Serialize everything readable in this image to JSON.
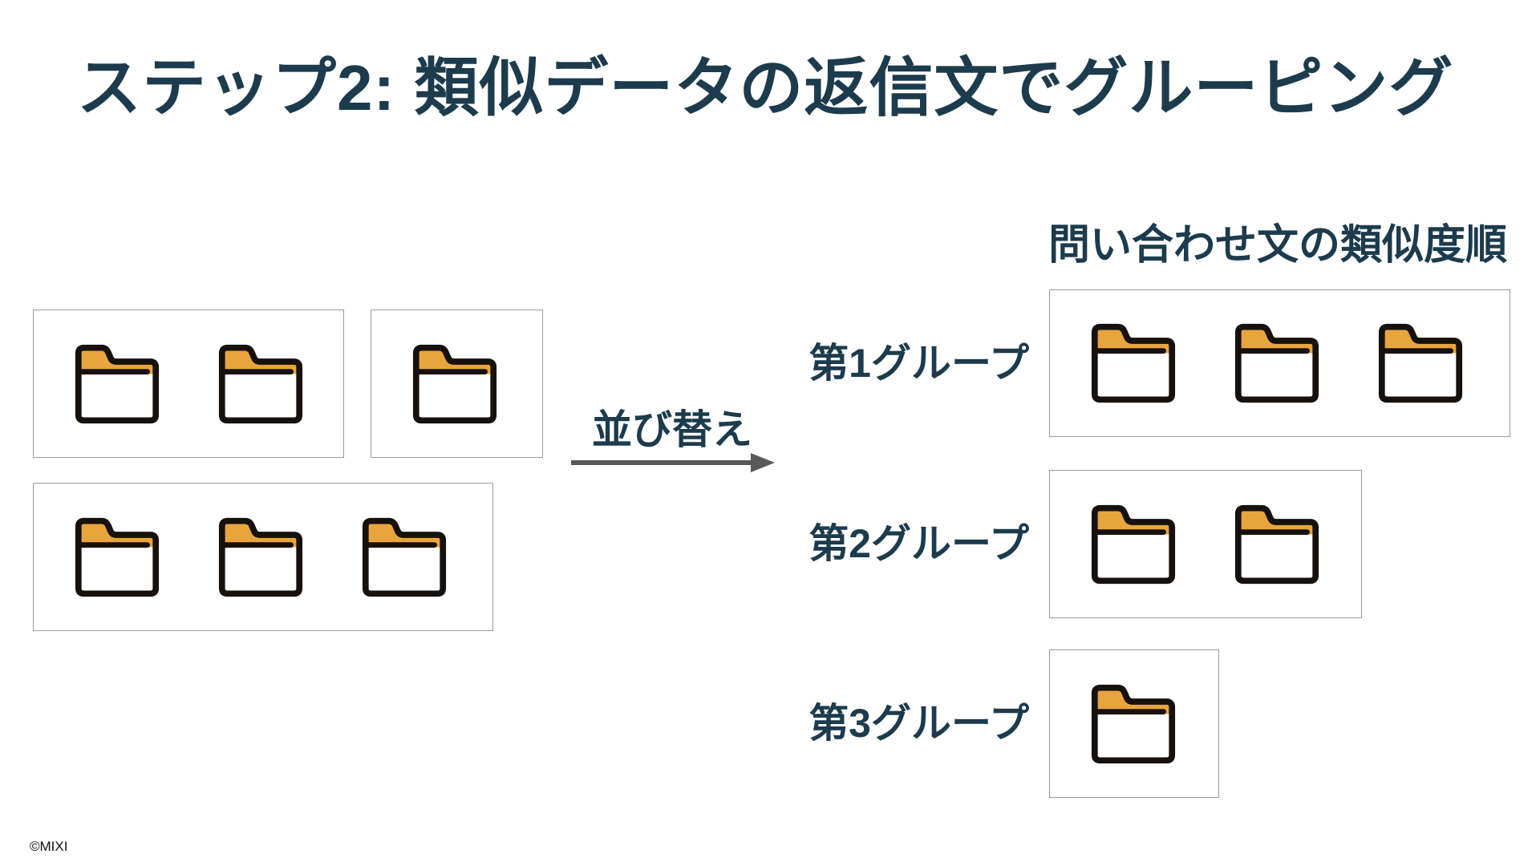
{
  "title": "ステップ2: 類似データの返信文でグルーピング",
  "left_clusters": [
    {
      "name": "cluster-1",
      "folder_count": 2
    },
    {
      "name": "cluster-2",
      "folder_count": 1
    },
    {
      "name": "cluster-3",
      "folder_count": 3
    }
  ],
  "transform": {
    "label": "並び替え",
    "arrow_icon": "right-arrow-icon"
  },
  "right": {
    "heading": "問い合わせ文の類似度順",
    "groups": [
      {
        "label": "第1グループ",
        "folder_count": 3
      },
      {
        "label": "第2グループ",
        "folder_count": 2
      },
      {
        "label": "第3グループ",
        "folder_count": 1
      }
    ]
  },
  "footer": {
    "copyright": "©MIXI"
  },
  "icons": {
    "folder": "folder-icon"
  },
  "colors": {
    "accent_teal": "#1C3B4D",
    "folder_orange": "#E8A53E",
    "folder_outline": "#17110D",
    "box_border": "#9B9B9B",
    "arrow_gray": "#595959",
    "footer_color": "#111111",
    "slide_bg": "#FFFFFF"
  }
}
